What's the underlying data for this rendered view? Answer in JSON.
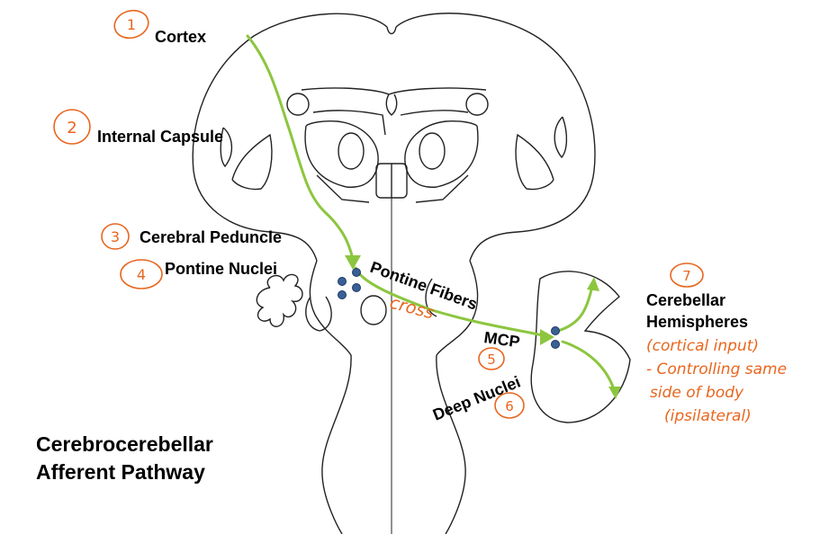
{
  "labels": {
    "cortex": "Cortex",
    "internal_capsule": "Internal Capsule",
    "cerebral_peduncle": "Cerebral Peduncle",
    "pontine_nuclei": "Pontine Nuclei",
    "pontine_fibers": "Pontine Fibers",
    "mcp": "MCP",
    "deep_nuclei": "Deep Nuclei",
    "cerebellar_line1": "Cerebellar",
    "cerebellar_line2": "Hemispheres",
    "title_line1": "Cerebrocerebellar",
    "title_line2": "Afferent Pathway"
  },
  "annotations": {
    "cross": "cross",
    "note_line1": "(cortical input)",
    "note_line2": "- Controlling same",
    "note_line3": "side of body",
    "note_line4": "(ipsilateral)"
  },
  "step_numbers": [
    "1",
    "2",
    "3",
    "4",
    "5",
    "6",
    "7"
  ],
  "colors": {
    "pathway": "#8cc63f",
    "annotation": "#e8661f",
    "nuclei": "#3a5f95",
    "outline": "#222222"
  }
}
